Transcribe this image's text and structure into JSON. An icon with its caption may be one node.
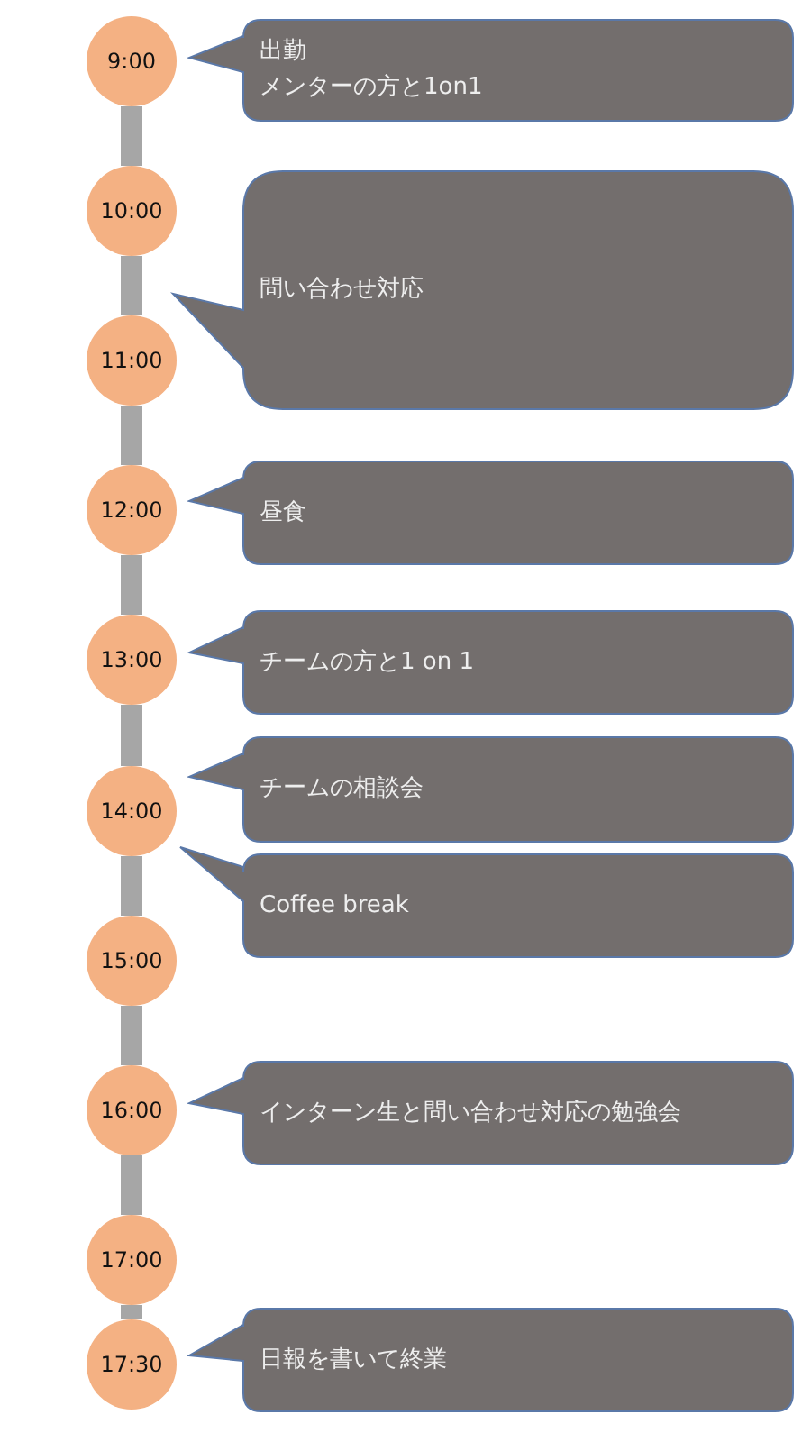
{
  "diagram": {
    "nodes": [
      {
        "text": [
          "9:00"
        ]
      },
      {
        "text": [
          "10:00"
        ]
      },
      {
        "text": [
          "11:00"
        ]
      },
      {
        "text": [
          "12:00"
        ]
      },
      {
        "text": [
          "13:00"
        ]
      },
      {
        "text": [
          "14:00"
        ]
      },
      {
        "text": [
          "15:00"
        ]
      },
      {
        "text": [
          "16:00"
        ]
      },
      {
        "text": [
          "17:00"
        ]
      },
      {
        "text": [
          "17:30"
        ]
      },
      {
        "text": [
          "出勤",
          "メンターの方と1on1"
        ]
      },
      {
        "text": [
          "問い合わせ対応"
        ]
      },
      {
        "text": [
          "昼食"
        ]
      },
      {
        "text": [
          "チームの方と1 on 1"
        ]
      },
      {
        "text": [
          "チームの相談会"
        ]
      },
      {
        "text": [
          "Coffee break"
        ]
      },
      {
        "text": [
          "インターン生と問い合わせ対応の勉強会"
        ]
      },
      {
        "text": [
          "日報を書いて終業"
        ]
      }
    ],
    "edges": [
      {
        "from": 0,
        "to": 1,
        "arrow": "none"
      },
      {
        "from": 1,
        "to": 2,
        "arrow": "none"
      },
      {
        "from": 2,
        "to": 3,
        "arrow": "none"
      },
      {
        "from": 3,
        "to": 4,
        "arrow": "none"
      },
      {
        "from": 4,
        "to": 5,
        "arrow": "none"
      },
      {
        "from": 5,
        "to": 6,
        "arrow": "none"
      },
      {
        "from": 6,
        "to": 7,
        "arrow": "none"
      },
      {
        "from": 7,
        "to": 8,
        "arrow": "none"
      },
      {
        "from": 8,
        "to": 9,
        "arrow": "none"
      }
    ]
  }
}
